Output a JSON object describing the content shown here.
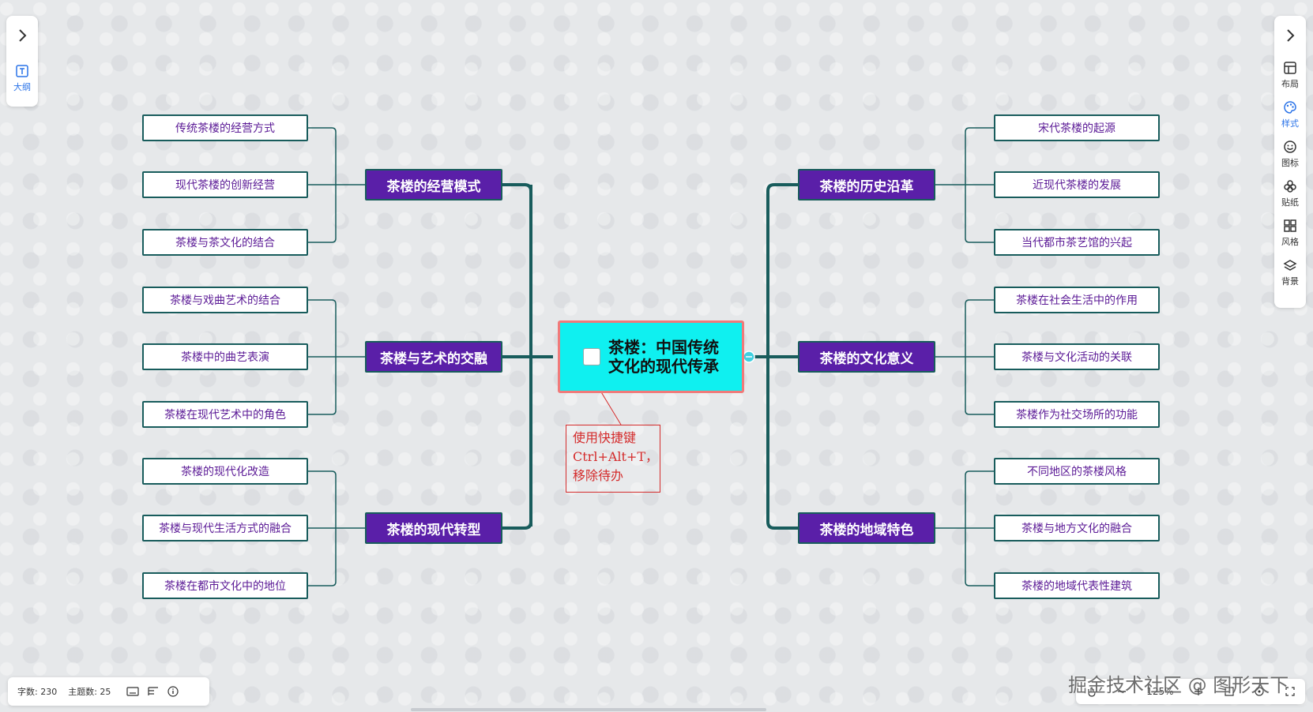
{
  "root": {
    "line1": "茶楼：中国传统",
    "line2": "文化的现代传承"
  },
  "branches": [
    {
      "label": "茶楼的经营模式",
      "children": [
        "传统茶楼的经营方式",
        "现代茶楼的创新经营",
        "茶楼与茶文化的结合"
      ]
    },
    {
      "label": "茶楼与艺术的交融",
      "children": [
        "茶楼与戏曲艺术的结合",
        "茶楼中的曲艺表演",
        "茶楼在现代艺术中的角色"
      ]
    },
    {
      "label": "茶楼的现代转型",
      "children": [
        "茶楼的现代化改造",
        "茶楼与现代生活方式的融合",
        "茶楼在都市文化中的地位"
      ]
    },
    {
      "label": "茶楼的历史沿革",
      "children": [
        "宋代茶楼的起源",
        "近现代茶楼的发展",
        "当代都市茶艺馆的兴起"
      ]
    },
    {
      "label": "茶楼的文化意义",
      "children": [
        "茶楼在社会生活中的作用",
        "茶楼与文化活动的关联",
        "茶楼作为社交场所的功能"
      ]
    },
    {
      "label": "茶楼的地域特色",
      "children": [
        "不同地区的茶楼风格",
        "茶楼与地方文化的融合",
        "茶楼的地域代表性建筑"
      ]
    }
  ],
  "callout": {
    "line1": "使用快捷键",
    "line2": "Ctrl+Alt+T，",
    "line3": "移除待办"
  },
  "left_panel": {
    "outline_label": "大纲"
  },
  "right_panel": {
    "tools": [
      "布局",
      "样式",
      "图标",
      "贴纸",
      "风格",
      "背景"
    ]
  },
  "status": {
    "word_count": "字数: 230",
    "topic_count": "主题数: 25"
  },
  "zoom": {
    "level": "125%"
  },
  "watermark": "掘金技术社区 @ 图形天下",
  "colors": {
    "branch_fill": "#5a1fa8",
    "root_fill": "#0ff0f0",
    "connector": "#185c5c",
    "leaf_text": "#5b1a96",
    "callout": "#d42b2b",
    "accent": "#2a73e8"
  }
}
